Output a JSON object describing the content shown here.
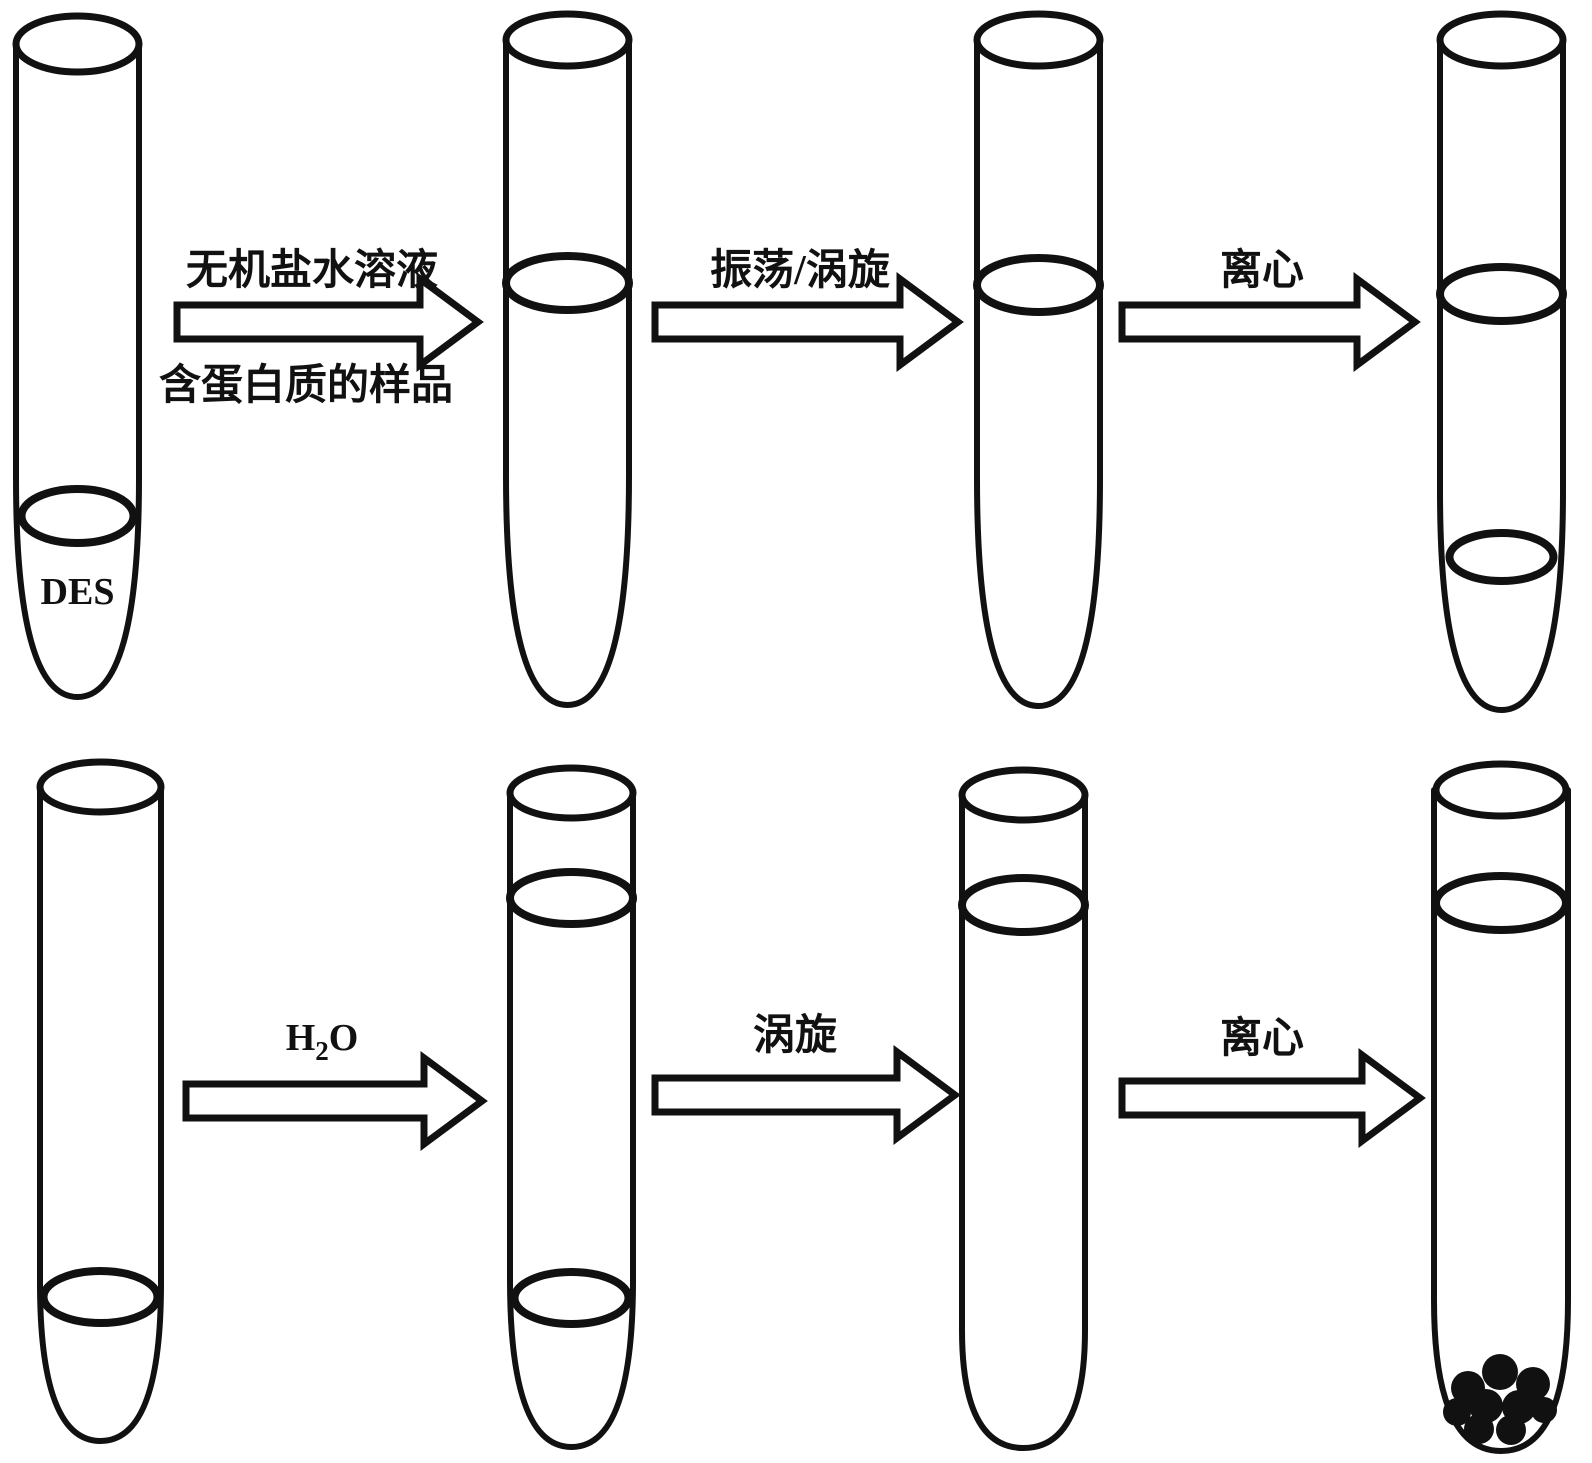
{
  "figure": {
    "background": "#ffffff",
    "ink": "#111111",
    "rows": [
      {
        "name": "des-extraction-step",
        "tube_labels": {
          "des": "DES"
        },
        "arrows": [
          {
            "label_top": "无机盐水溶液",
            "label_bottom": "含蛋白质的样品"
          },
          {
            "label_top": "振荡/涡旋"
          },
          {
            "label_top": "离心"
          }
        ],
        "tube_states": [
          "DES solvent at tube bottom",
          "two layers after adding sample solution",
          "mixture after shaking/vortex",
          "phase-separated after centrifugation"
        ]
      },
      {
        "name": "water-back-extraction-step",
        "arrows": [
          {
            "label_parts": {
              "pre": "H",
              "sub": "2",
              "post": "O"
            }
          },
          {
            "label_top": "涡旋"
          },
          {
            "label_top": "离心"
          }
        ],
        "tube_states": [
          "DES phase at tube bottom",
          "water layer on top, DES layer at bottom",
          "mixed single phase after vortex",
          "protein pellet at tube tip after centrifugation"
        ]
      }
    ]
  }
}
